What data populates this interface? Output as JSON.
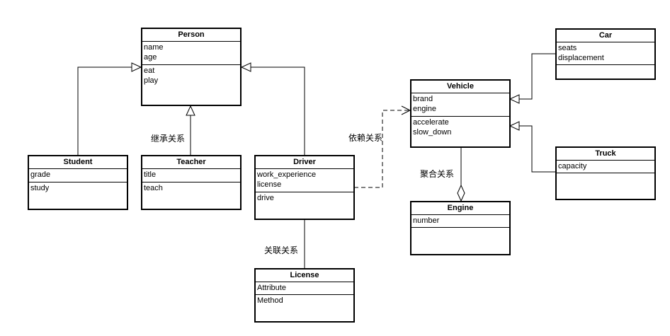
{
  "classes": {
    "person": {
      "name": "Person",
      "attributes": [
        "name",
        "age"
      ],
      "methods": [
        "eat",
        "play"
      ]
    },
    "student": {
      "name": "Student",
      "attributes": [
        "grade"
      ],
      "methods": [
        "study"
      ]
    },
    "teacher": {
      "name": "Teacher",
      "attributes": [
        "title"
      ],
      "methods": [
        "teach"
      ]
    },
    "driver": {
      "name": "Driver",
      "attributes": [
        "work_experience",
        "license"
      ],
      "methods": [
        "drive"
      ]
    },
    "license": {
      "name": "License",
      "attributes": [
        "Attribute"
      ],
      "methods": [
        "Method"
      ]
    },
    "vehicle": {
      "name": "Vehicle",
      "attributes": [
        "brand",
        "engine"
      ],
      "methods": [
        "accelerate",
        "slow_down"
      ]
    },
    "car": {
      "name": "Car",
      "attributes": [
        "seats",
        "displacement"
      ],
      "methods": []
    },
    "truck": {
      "name": "Truck",
      "attributes": [
        "capacity"
      ],
      "methods": []
    },
    "engine": {
      "name": "Engine",
      "attributes": [
        "number"
      ],
      "methods": []
    }
  },
  "labels": {
    "inheritance": "继承关系",
    "dependency": "依赖关系",
    "aggregation": "聚合关系",
    "association": "关联关系"
  }
}
